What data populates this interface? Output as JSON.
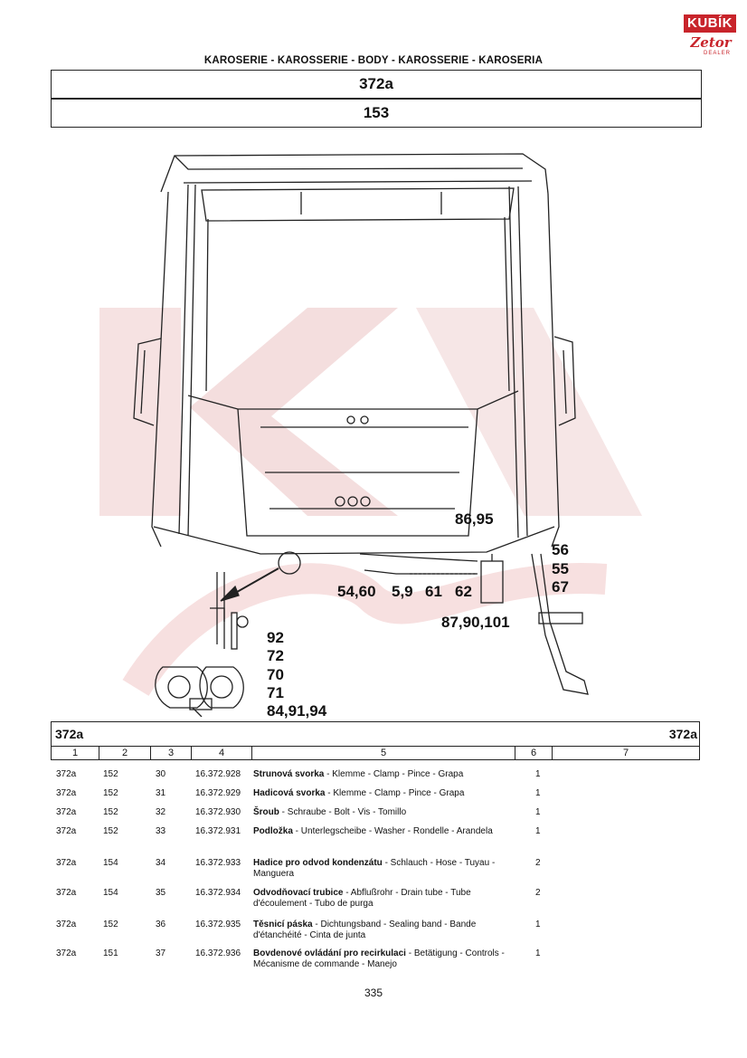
{
  "brand": {
    "name": "KUBÍK",
    "script": "Zetor",
    "sub": "DEALER"
  },
  "section_title": "KAROSERIE - KAROSSERIE - BODY - KAROSSERIE - KAROSERIA",
  "group_code": "372a",
  "figure_no": "153",
  "callouts": {
    "c1": "86,95",
    "c2": "56",
    "c3": "55",
    "c4": "67",
    "c5": "54,60",
    "c6": "5,9",
    "c7": "61",
    "c8": "62",
    "c9": "87,90,101",
    "c10": "92",
    "c11": "72",
    "c12": "70",
    "c13": "71",
    "c14": "84,91,94"
  },
  "table": {
    "group_left": "372a",
    "group_right": "372a",
    "columns": [
      "1",
      "2",
      "3",
      "4",
      "5",
      "6",
      "7"
    ],
    "rows": [
      {
        "c1": "372a",
        "c2": "152",
        "c3": "30",
        "c4": "16.372.928",
        "bold": "Strunová svorka",
        "rest": " - Klemme - Clamp - Pince - Grapa",
        "qty": "1"
      },
      {
        "c1": "372a",
        "c2": "152",
        "c3": "31",
        "c4": "16.372.929",
        "bold": "Hadicová svorka",
        "rest": " - Klemme - Clamp - Pince - Grapa",
        "qty": "1"
      },
      {
        "c1": "372a",
        "c2": "152",
        "c3": "32",
        "c4": "16.372.930",
        "bold": "Šroub",
        "rest": " - Schraube - Bolt - Vis - Tomillo",
        "qty": "1"
      },
      {
        "c1": "372a",
        "c2": "152",
        "c3": "33",
        "c4": "16.372.931",
        "bold": "Podložka",
        "rest": " - Unterlegscheibe - Washer - Rondelle - Arandela",
        "qty": "1"
      },
      {
        "c1": "372a",
        "c2": "154",
        "c3": "34",
        "c4": "16.372.933",
        "bold": "Hadice pro odvod kondenzátu",
        "rest": " - Schlauch - Hose - Tuyau - Manguera",
        "qty": "2"
      },
      {
        "c1": "372a",
        "c2": "154",
        "c3": "35",
        "c4": "16.372.934",
        "bold": "Odvodňovací trubice",
        "rest": " - Abflußrohr - Drain tube - Tube d'écoulement - Tubo de purga",
        "qty": "2"
      },
      {
        "c1": "372a",
        "c2": "152",
        "c3": "36",
        "c4": "16.372.935",
        "bold": "Těsnicí páska",
        "rest": " - Dichtungsband - Sealing band - Bande d'étanchéité - Cinta de junta",
        "qty": "1"
      },
      {
        "c1": "372a",
        "c2": "151",
        "c3": "37",
        "c4": "16.372.936",
        "bold": "Bovdenové ovládání pro recirkulaci",
        "rest": " - Betätigung - Controls - Mécanisme de commande - Manejo",
        "qty": "1"
      }
    ]
  },
  "page_number": "335",
  "colors": {
    "brand_red": "#c8242b",
    "ink": "#111111",
    "watermark": "#f6e4e4"
  }
}
